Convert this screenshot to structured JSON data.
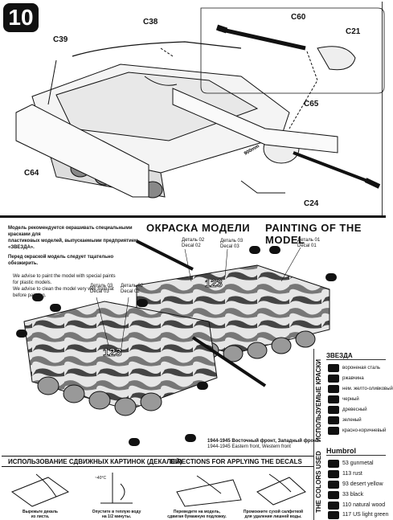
{
  "step": {
    "number": "10"
  },
  "parts": [
    "C38",
    "C39",
    "C60",
    "C21",
    "C65",
    "C64",
    "C24"
  ],
  "header": {
    "ru": "ОКРАСКА МОДЕЛИ",
    "en": "PAINTING OF THE MODEL"
  },
  "notes": {
    "line1": "Модель рекомендуется окрашивать специальными красками  для",
    "line2": "пластиковых моделей, выпускаемыми предприятием «ЗВЕЗДА».",
    "line3": "Перед окраской модель следует тщательно  обезжирить.",
    "en1": "We advise to paint the model with special paints",
    "en2": "for plastic models.",
    "en3": "We advise to clean the model very well from fat",
    "en4": "before painting."
  },
  "decals_upper": [
    {
      "ru": "Деталь 02",
      "en": "Decal 02"
    },
    {
      "ru": "Деталь 03",
      "en": "Decal 03"
    },
    {
      "ru": "Деталь 01",
      "en": "Decal 01"
    }
  ],
  "decals_lower": [
    {
      "ru": "Деталь 03",
      "en": "Decal 03"
    },
    {
      "ru": "Деталь 02",
      "en": "Decal 02"
    }
  ],
  "hull_number": "123",
  "front_note": {
    "ru": "1944-1945 Восточный фронт, Западный фронт",
    "en": "1944-1945 Eastern front, Western front"
  },
  "colors": {
    "title_ru": "ИСПОЛЬЗУЕМЫЕ КРАСКИ",
    "title_en": "THE COLORS USED",
    "zvezda_title": "ЗВЕЗДА",
    "zvezda": [
      {
        "num": "",
        "name": "вороненая сталь"
      },
      {
        "num": "",
        "name": "ржавчина"
      },
      {
        "num": "",
        "name": "нем. желто-оливковый"
      },
      {
        "num": "",
        "name": "черный"
      },
      {
        "num": "",
        "name": "древесный"
      },
      {
        "num": "",
        "name": "зеленый"
      },
      {
        "num": "",
        "name": "красно-коричневый"
      }
    ],
    "humbrol_title": "Humbrol",
    "humbrol": [
      {
        "num": "53",
        "name": "53 gunmetal"
      },
      {
        "num": "113",
        "name": "113 rust"
      },
      {
        "num": "93",
        "name": "93 desert yellow"
      },
      {
        "num": "33",
        "name": "33 black"
      },
      {
        "num": "110",
        "name": "110 natural wood"
      },
      {
        "num": "117",
        "name": "117 US light green"
      }
    ]
  },
  "decals_bar": {
    "ru": "ИСПОЛЬЗОВАНИЕ СДВИЖНЫХ КАРТИНОК (ДЕКАЛЕЙ)",
    "en": "DIRECTIONS  FOR APPLYING THE DECALS"
  },
  "decal_steps": [
    {
      "line1": "Вырежьте декаль",
      "line2": "из листа."
    },
    {
      "line1": "Опустите в теплую воду",
      "line2": "на 1/2 минуты."
    },
    {
      "line1": "Переведите на модель,",
      "line2": "сдвигая бумажную подложку."
    },
    {
      "line1": "Промокните сухой салфеткой",
      "line2": "для удаления лишней воды."
    }
  ],
  "water_temp": "~40°C"
}
